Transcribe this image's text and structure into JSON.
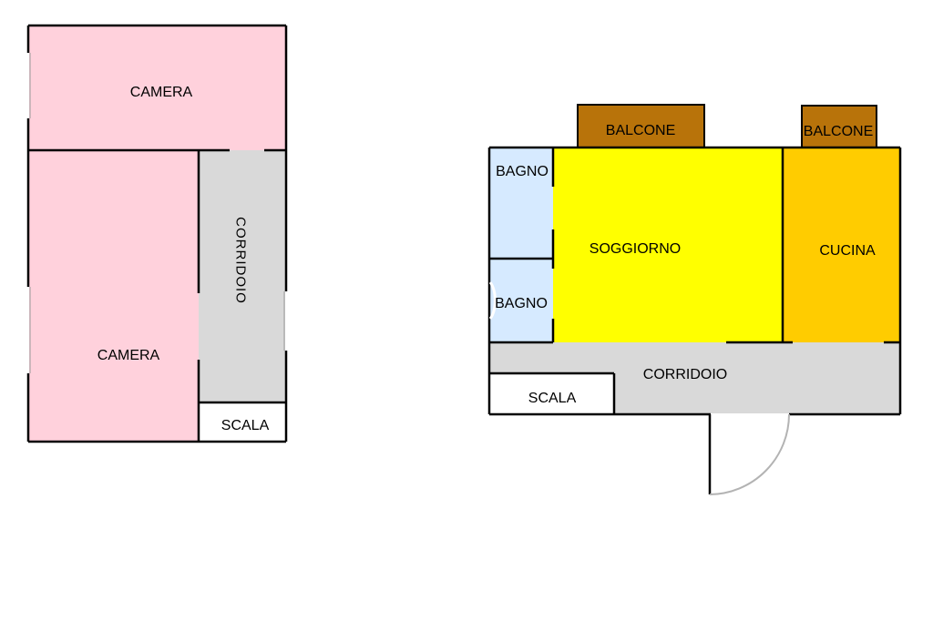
{
  "colors": {
    "camera": "#ffd1dc",
    "corridoio": "#d9d9d9",
    "bagno": "#d6eaff",
    "soggiorno": "#ffff00",
    "cucina": "#ffcc00",
    "balcone": "#b8730a",
    "scala": "#ffffff",
    "wall": "#000000",
    "door": "#b3b3b3"
  },
  "floor_upper": {
    "camera_top": "CAMERA",
    "camera_bottom": "CAMERA",
    "corridoio": "CORRIDOIO",
    "scala": "SCALA"
  },
  "floor_main": {
    "balcone_left": "BALCONE",
    "balcone_right": "BALCONE",
    "bagno_top": "BAGNO",
    "bagno_bottom": "BAGNO",
    "soggiorno": "SOGGIORNO",
    "cucina": "CUCINA",
    "corridoio": "CORRIDOIO",
    "scala": "SCALA"
  }
}
